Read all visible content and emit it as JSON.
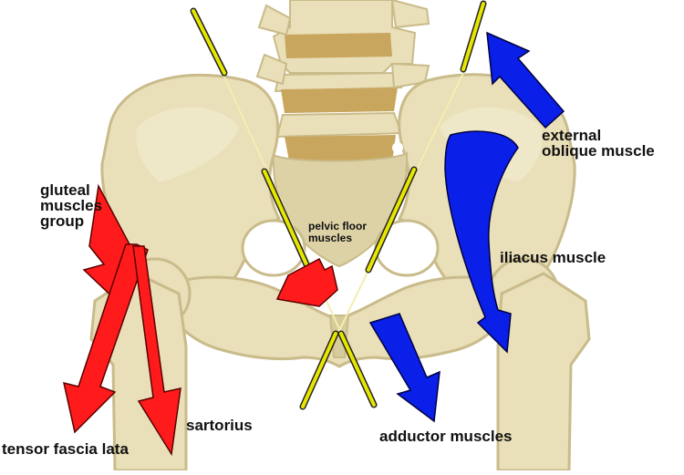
{
  "colors": {
    "bone": "#e9dfb8",
    "bone_shadow": "#c9bb8a",
    "disc": "#c9a65e",
    "red_arrow": "#ff1b1b",
    "blue_arrow": "#0a1fe8",
    "axis_line": "#e6e600"
  },
  "labels": {
    "gluteal_line1": "gluteal",
    "gluteal_line2": "muscles",
    "gluteal_line3": "group",
    "external_line1": "external",
    "external_line2": "oblique muscle",
    "pelvic_line1": "pelvic floor",
    "pelvic_line2": "muscles",
    "iliacus": "iliacus muscle",
    "sartorius": "sartorius",
    "tensor": "tensor fascia lata",
    "adductor": "adductor muscles"
  },
  "icons": {
    "gluteal": "red-arrow-down",
    "tensor": "red-arrow-down-left",
    "sartorius": "red-arrow-down",
    "pelvic_floor": "red-wedge",
    "external_oblique": "blue-arrow-up-left",
    "iliacus": "blue-teardrop-arrow",
    "adductor": "blue-arrow-down"
  }
}
